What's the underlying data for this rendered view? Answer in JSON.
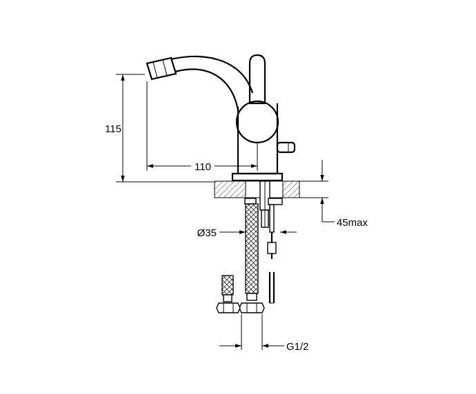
{
  "drawing": {
    "dimensions": {
      "height": "115",
      "reach": "110",
      "hole_diameter": "Ø35",
      "max_thickness": "45max",
      "connection_thread": "G1/2"
    }
  }
}
